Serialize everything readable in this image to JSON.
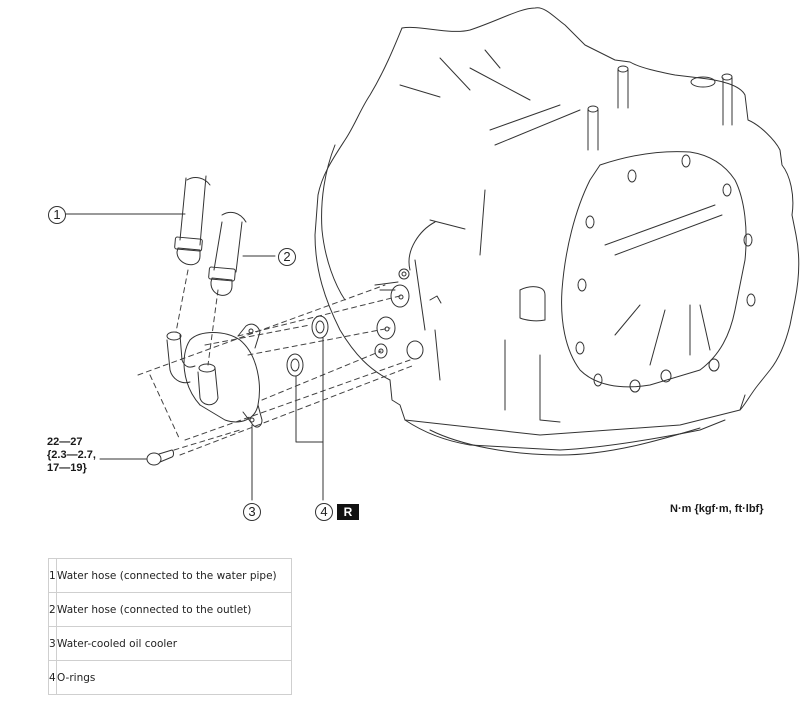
{
  "figure": {
    "callouts": [
      {
        "number": "1",
        "part": "water-hose-to-water-pipe"
      },
      {
        "number": "2",
        "part": "water-hose-to-outlet"
      },
      {
        "number": "3",
        "part": "water-cooled-oil-cooler"
      },
      {
        "number": "4",
        "part": "o-rings"
      }
    ],
    "replace_badge": "R",
    "torque_spec": {
      "line1": "22—27",
      "line2": "{2.3—2.7,",
      "line3": "17—19}"
    },
    "units_label": "N·m {kgf·m, ft·lbf}"
  },
  "legend": {
    "rows": [
      {
        "number": "1",
        "description": "Water hose (connected to the water pipe)"
      },
      {
        "number": "2",
        "description": "Water hose (connected to the outlet)"
      },
      {
        "number": "3",
        "description": "Water-cooled oil cooler"
      },
      {
        "number": "4",
        "description": "O-rings"
      }
    ]
  }
}
